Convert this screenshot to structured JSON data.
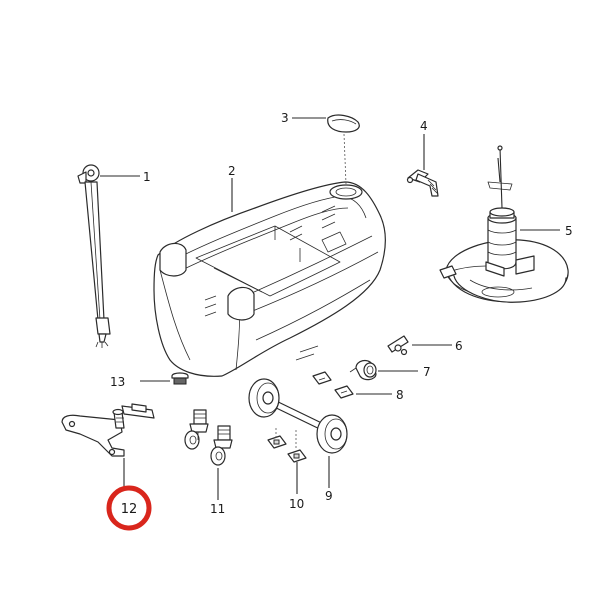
{
  "labels": {
    "p1": "1",
    "p2": "2",
    "p3": "3",
    "p4": "4",
    "p5": "5",
    "p6": "6",
    "p7": "7",
    "p8": "8",
    "p9": "9",
    "p10": "10",
    "p11": "11",
    "p12": "12",
    "p13": "13"
  },
  "colors": {
    "highlight": "#d9261c",
    "line": "#2a2a2a",
    "background": "#ffffff"
  },
  "highlighted_part": "12"
}
